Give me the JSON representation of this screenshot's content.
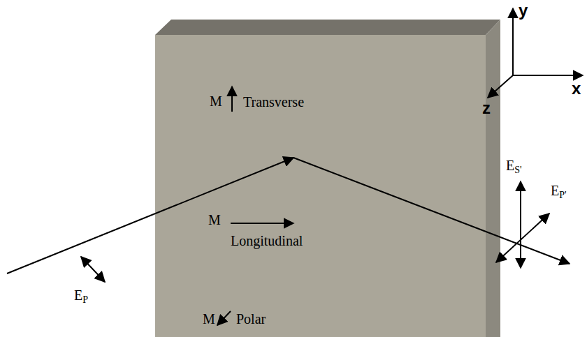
{
  "diagram": {
    "nodes": [
      {
        "text": [
          "M",
          "Transverse",
          "M",
          "Longitudinal",
          "M",
          "Polar"
        ]
      }
    ],
    "labels": [
      "y",
      "x",
      "z",
      "EP",
      "ES'",
      "EP'"
    ]
  }
}
